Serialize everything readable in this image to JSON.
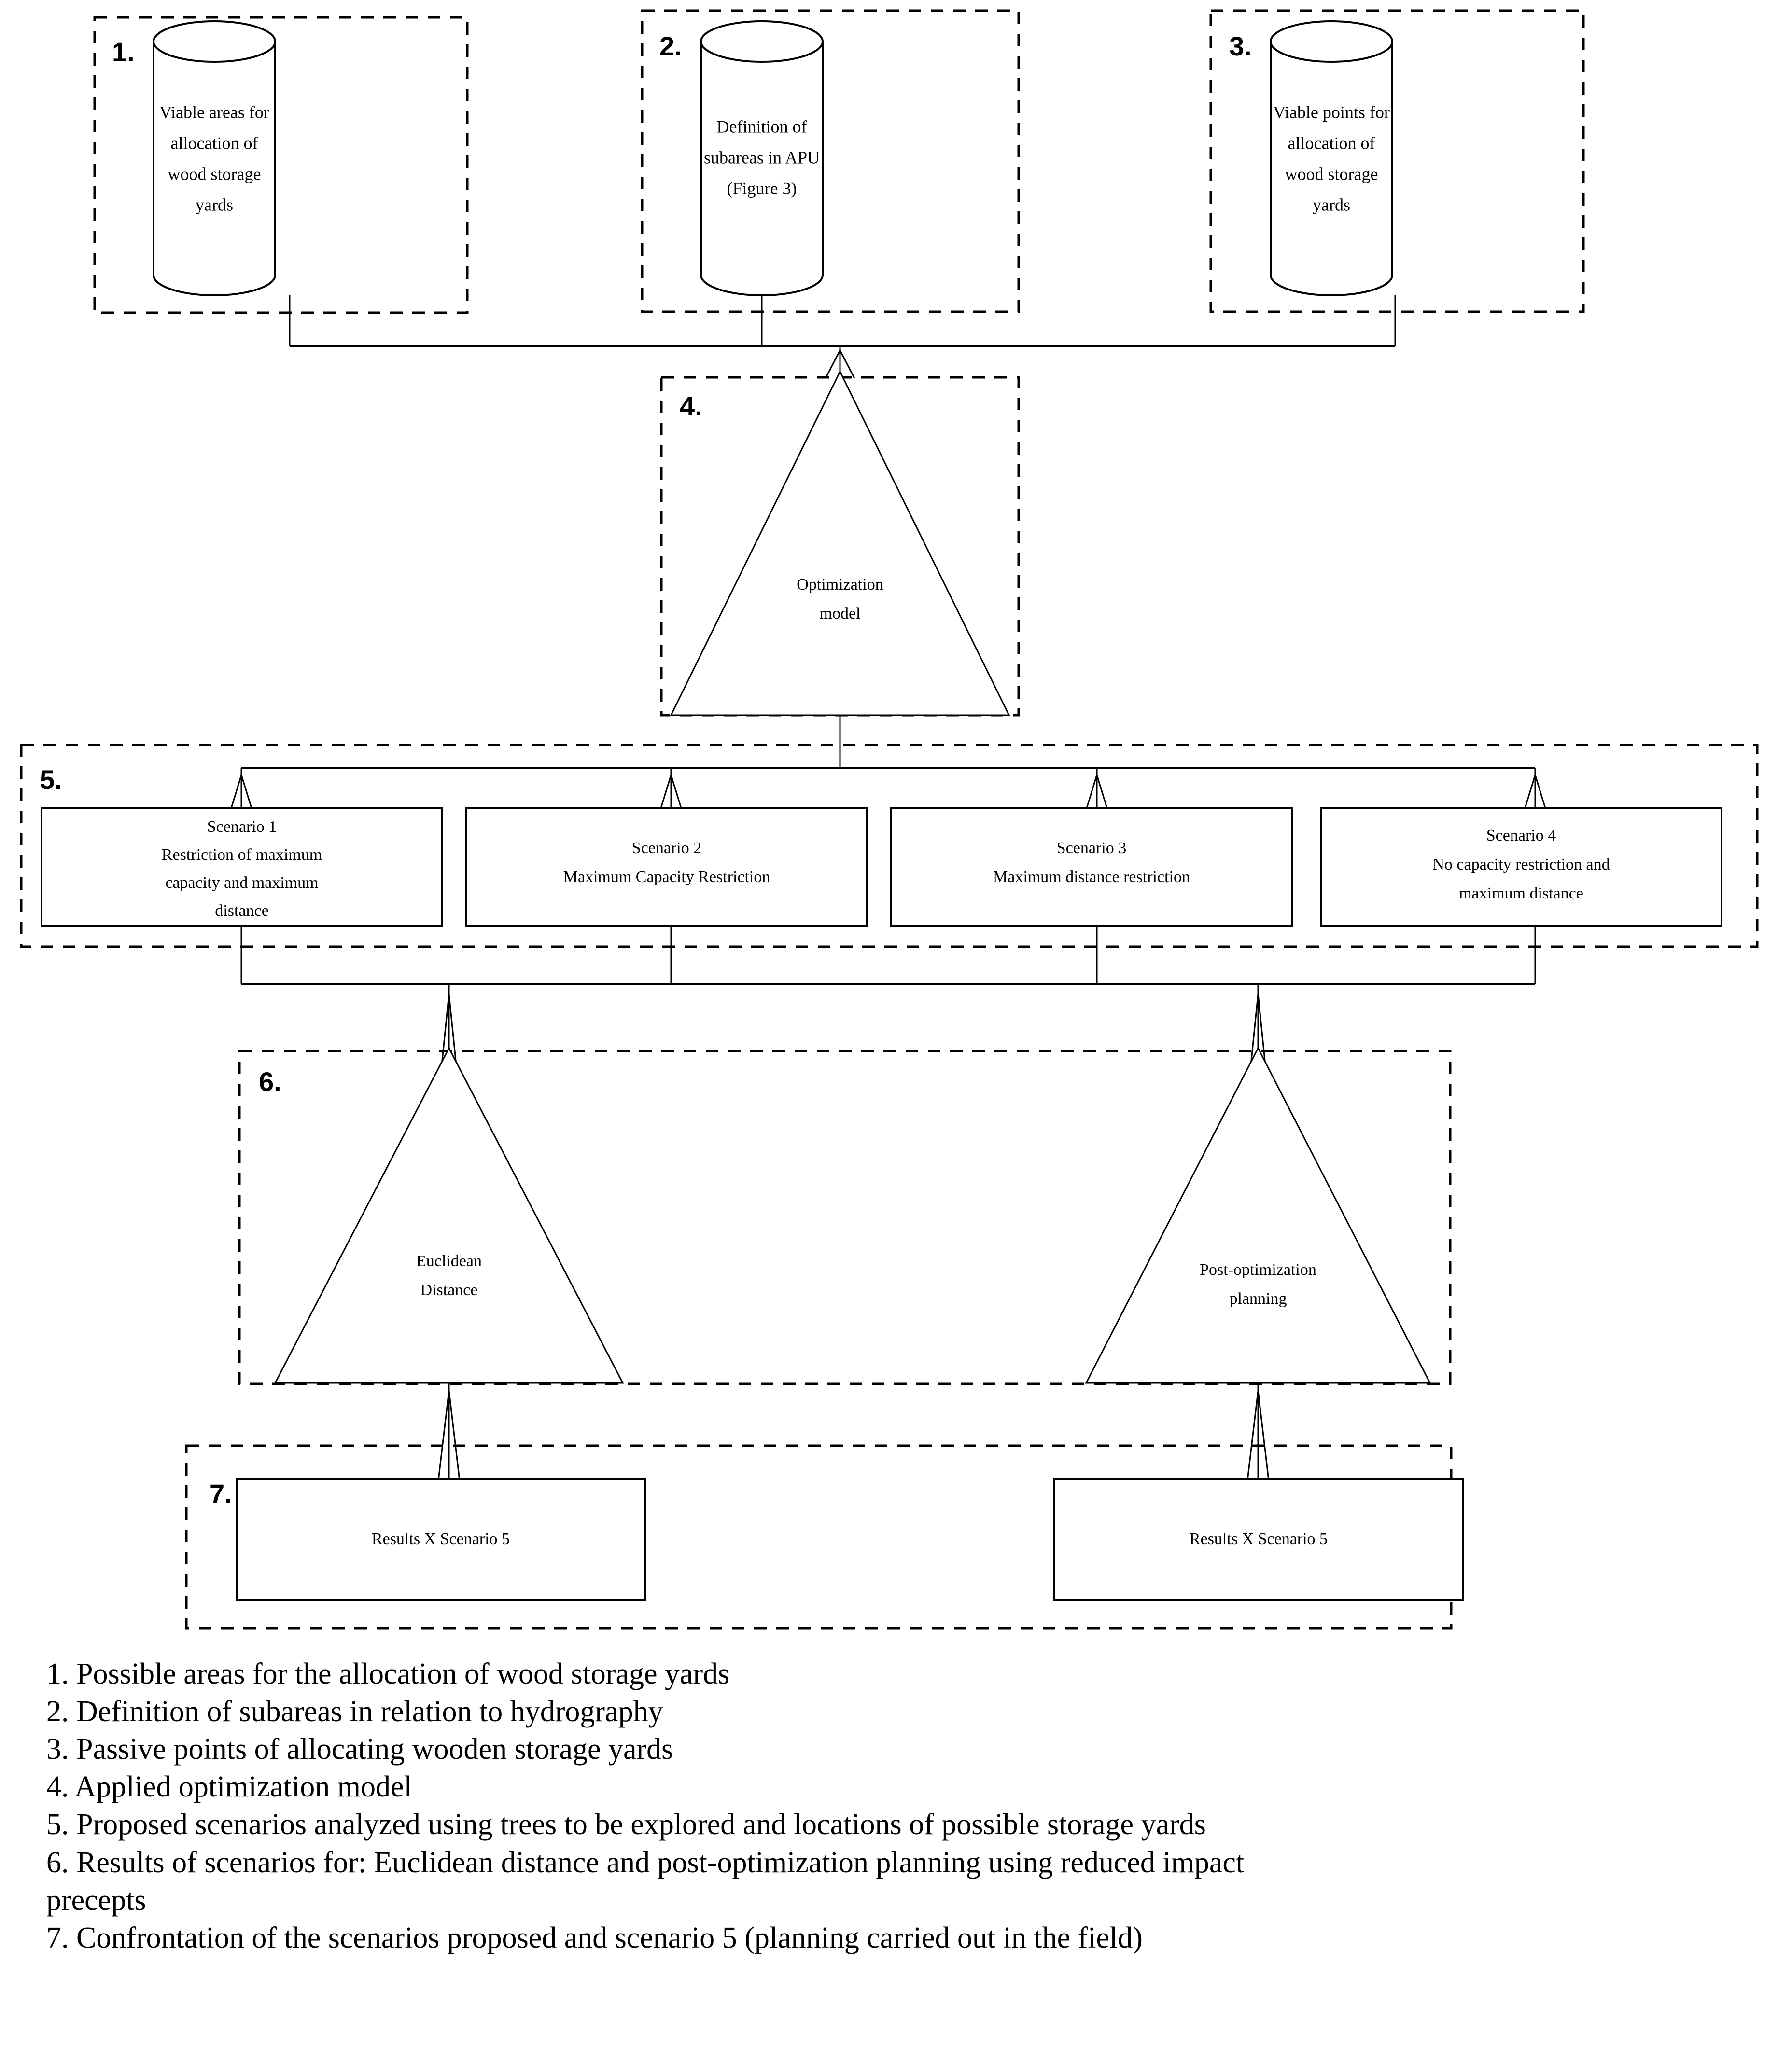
{
  "diagram": {
    "groups": [
      {
        "id": "g1",
        "number": "1."
      },
      {
        "id": "g2",
        "number": "2."
      },
      {
        "id": "g3",
        "number": "3."
      },
      {
        "id": "g4",
        "number": "4."
      },
      {
        "id": "g5",
        "number": "5."
      },
      {
        "id": "g6",
        "number": "6."
      },
      {
        "id": "g7",
        "number": "7."
      }
    ],
    "cylinders": [
      {
        "id": "cyl1",
        "lines": [
          "Viable areas for",
          "allocation of",
          "wood storage",
          "yards"
        ]
      },
      {
        "id": "cyl2",
        "lines": [
          "Definition of",
          "subareas in APU",
          "(Figure 3)"
        ]
      },
      {
        "id": "cyl3",
        "lines": [
          "Viable points for",
          "allocation of",
          "wood storage",
          "yards"
        ]
      }
    ],
    "triangles": [
      {
        "id": "tri-optimization",
        "lines": [
          "Optimization",
          "model"
        ]
      },
      {
        "id": "tri-euclidean",
        "lines": [
          "Euclidean",
          "Distance"
        ]
      },
      {
        "id": "tri-post-optimization",
        "lines": [
          "Post-optimization",
          "planning"
        ]
      }
    ],
    "scenarios": [
      {
        "id": "scenario-1",
        "title": "Scenario 1",
        "lines": [
          "Restriction of maximum",
          "capacity and maximum",
          "distance"
        ]
      },
      {
        "id": "scenario-2",
        "title": "Scenario 2",
        "lines": [
          "Maximum Capacity  Restriction"
        ]
      },
      {
        "id": "scenario-3",
        "title": "Scenario 3",
        "lines": [
          "Maximum distance restriction"
        ]
      },
      {
        "id": "scenario-4",
        "title": "Scenario 4",
        "lines": [
          "No capacity restriction and",
          "maximum distance"
        ]
      }
    ],
    "results": [
      {
        "id": "result-left",
        "label": "Results X Scenario 5"
      },
      {
        "id": "result-right",
        "label": "Results X Scenario 5"
      }
    ]
  },
  "legend": {
    "lines": [
      "1. Possible areas for the allocation of wood storage yards",
      "2. Definition of subareas in relation to hydrography",
      "3. Passive points of allocating wooden storage yards",
      "4. Applied optimization model",
      "5. Proposed scenarios analyzed using trees to be explored and locations of possible storage yards",
      "6. Results of scenarios for: Euclidean distance and post-optimization planning using reduced impact\nprecepts",
      "7. Confrontation of the scenarios proposed and scenario 5 (planning carried out in the field)"
    ]
  },
  "colors": {
    "stroke": "#000000",
    "background": "#ffffff"
  }
}
